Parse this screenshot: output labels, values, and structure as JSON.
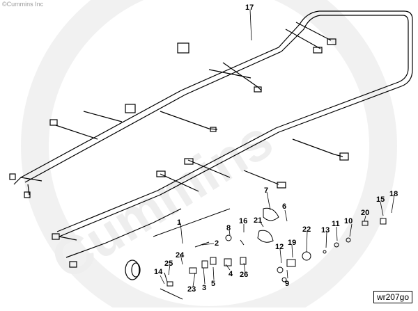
{
  "copyright": "©Cummins Inc",
  "watermark": "Cummins",
  "figure_id": "wr207go",
  "callouts": [
    "1",
    "2",
    "3",
    "4",
    "5",
    "6",
    "7",
    "8",
    "9",
    "10",
    "11",
    "12",
    "13",
    "14",
    "15",
    "16",
    "17",
    "18",
    "19",
    "20",
    "21",
    "22",
    "23",
    "24",
    "25",
    "26"
  ],
  "colors": {
    "line": "#000000",
    "watermark": "#eeeeee",
    "background": "#ffffff"
  }
}
